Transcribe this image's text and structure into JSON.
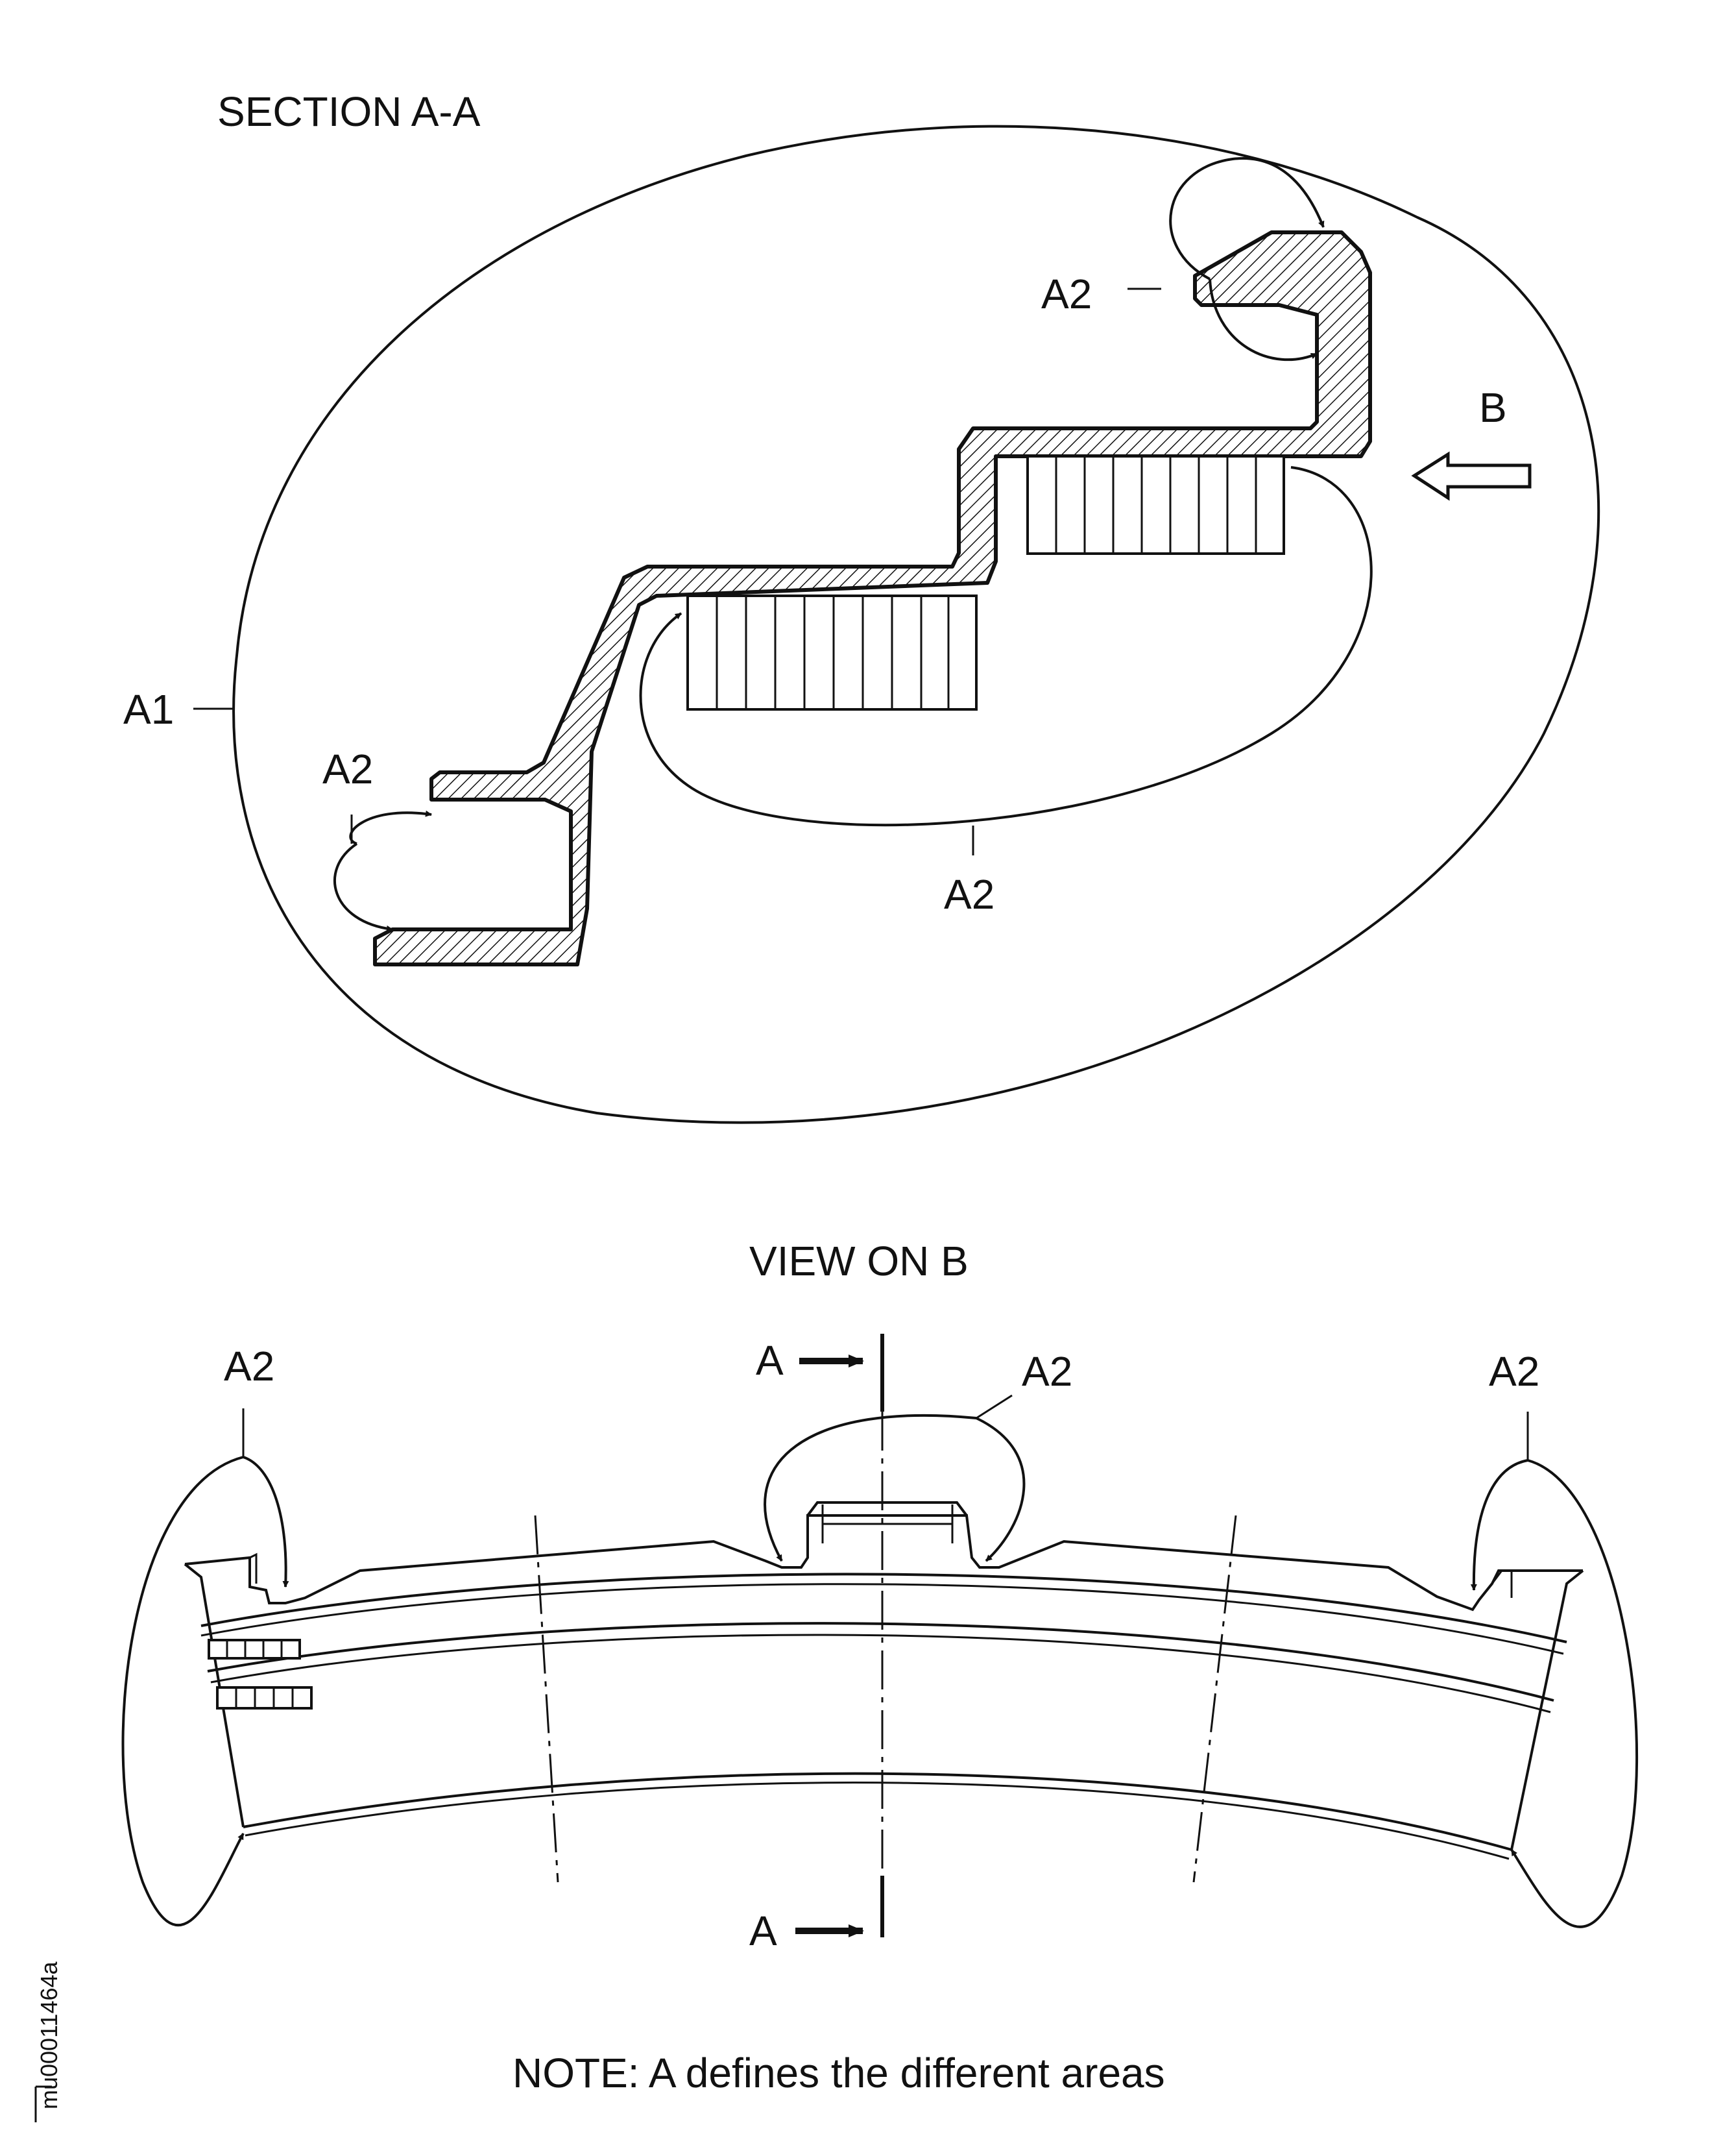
{
  "section": {
    "title": "SECTION A-A",
    "labels": {
      "a1": "A1",
      "a2_top": "A2",
      "a2_left": "A2",
      "a2_bottom": "A2",
      "b": "B"
    }
  },
  "view": {
    "title": "VIEW ON B",
    "labels": {
      "a2_left": "A2",
      "a2_center": "A2",
      "a2_right": "A2",
      "cut_top": "A",
      "cut_bottom": "A"
    }
  },
  "note": "NOTE: A defines the different areas",
  "figure_id": "mu00011464a",
  "colors": {
    "ink": "#111111",
    "paper": "#ffffff"
  }
}
